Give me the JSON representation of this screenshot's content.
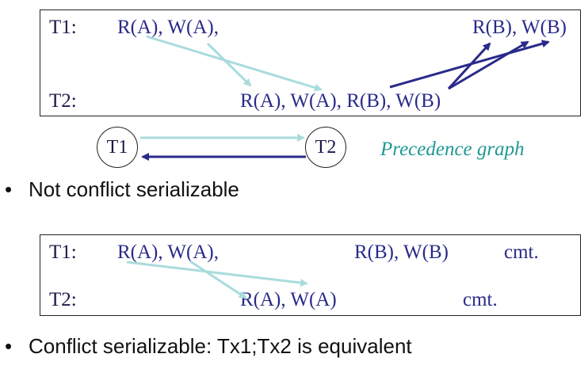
{
  "schedule1": {
    "t1_label": "T1:",
    "t1_ops_a": "R(A), W(A),",
    "t1_ops_b": "R(B), W(B)",
    "t2_label": "T2:",
    "t2_ops": "R(A), W(A), R(B), W(B)"
  },
  "graph": {
    "node1": "T1",
    "node2": "T2",
    "caption": "Precedence graph"
  },
  "bullet1": "Not conflict serializable",
  "schedule2": {
    "t1_label": "T1:",
    "t1_ops_a": "R(A), W(A),",
    "t1_ops_b": "R(B), W(B)",
    "t1_commit": "cmt.",
    "t2_label": "T2:",
    "t2_ops": "R(A), W(A)",
    "t2_commit": "cmt."
  },
  "bullet2": "Conflict serializable: Tx1;Tx2 is equivalent",
  "colors": {
    "light_arrow": "#aadcdc",
    "dark_arrow": "#2a2a8a",
    "op_text": "#2a2a8a",
    "caption": "#1f9a92"
  }
}
